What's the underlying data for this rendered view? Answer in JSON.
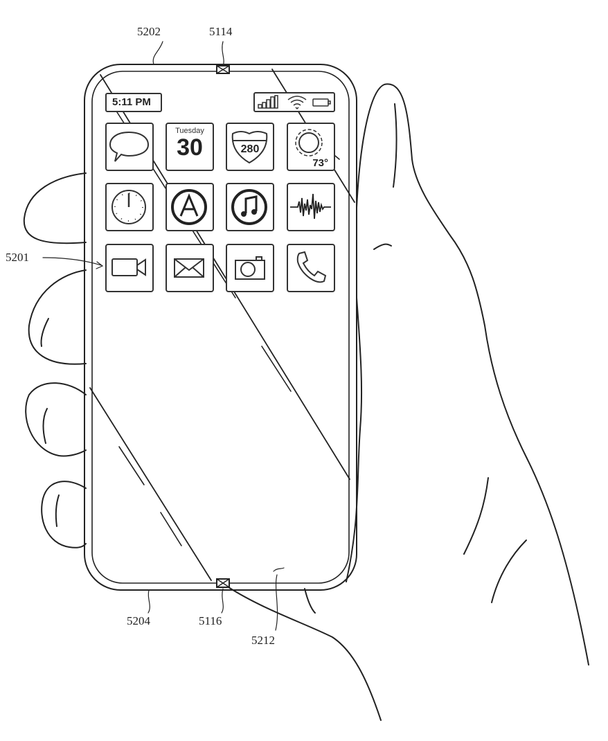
{
  "reference_labels": {
    "device_top_edge": "5202",
    "top_sensor": "5114",
    "icon_grid": "5201",
    "device_bottom_edge": "5204",
    "bottom_sensor": "5116",
    "touch_screen": "5212"
  },
  "status_bar": {
    "time": "5:11 PM",
    "icons": [
      "signal-icon",
      "wifi-icon",
      "battery-icon"
    ]
  },
  "apps": {
    "calendar": {
      "day": "Tuesday",
      "date": "30"
    },
    "maps": {
      "route": "280"
    },
    "weather": {
      "temperature": "73°"
    },
    "list": [
      "messages",
      "calendar",
      "maps",
      "weather",
      "clock",
      "app-store",
      "music",
      "voice-memos",
      "video",
      "mail",
      "camera",
      "phone"
    ]
  },
  "colors": {
    "line": "#222222",
    "background": "#ffffff"
  }
}
